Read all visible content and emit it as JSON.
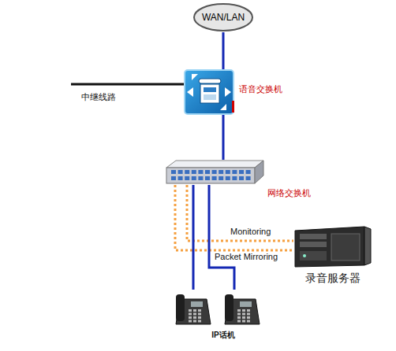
{
  "diagram": {
    "nodes": [
      {
        "text": [
          "WAN/LAN"
        ]
      },
      {
        "text": [
          "语音交换机"
        ]
      },
      {
        "text": [
          "网络交换机"
        ]
      },
      {
        "text": [
          "录音服务器"
        ]
      },
      {
        "text": [
          "IP话机"
        ]
      }
    ],
    "edges": [
      {
        "from": 0,
        "to": 1,
        "arrow": "none"
      },
      {
        "from": 1,
        "to": 2,
        "arrow": "none"
      },
      {
        "from": 2,
        "to": 3,
        "label": "Monitoring",
        "arrow": "none"
      },
      {
        "from": 2,
        "to": 3,
        "label": "Packet Mirroring",
        "arrow": "none"
      },
      {
        "from": 2,
        "to": 4,
        "arrow": "none"
      },
      {
        "from": 2,
        "to": 4,
        "arrow": "none"
      }
    ],
    "labels": [
      "中继线路"
    ]
  }
}
